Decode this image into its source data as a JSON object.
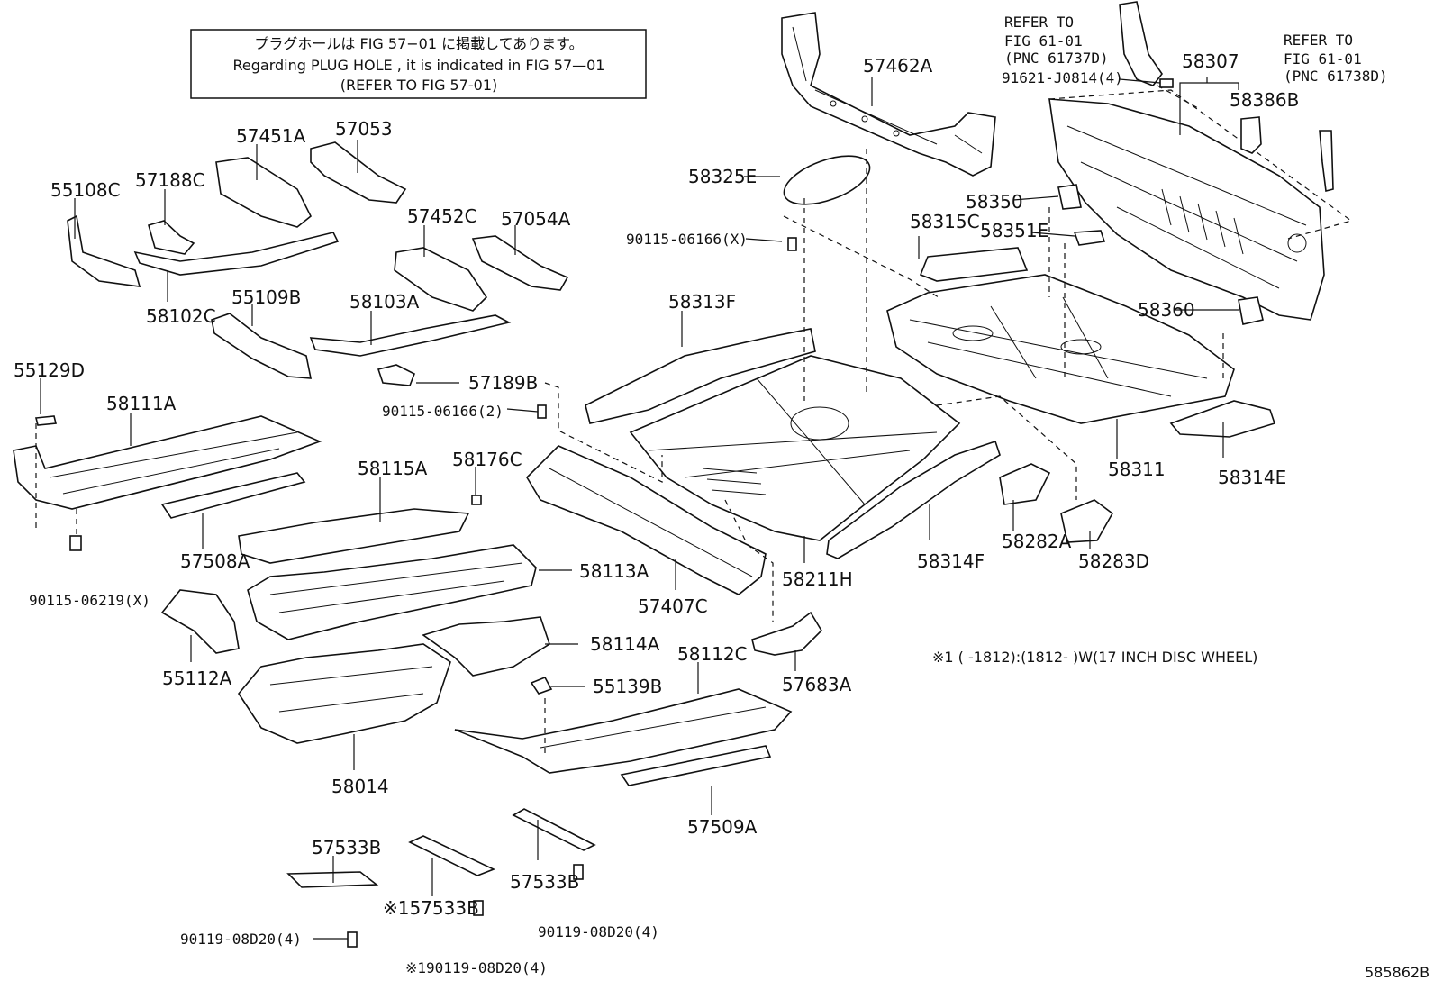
{
  "notice": {
    "jp": "プラグホールは FIG 57−01 に掲載してあります。",
    "en": "Regarding  PLUG  HOLE , it is indicated in FIG  57—01",
    "ref": "(REFER TO FIG 57-01)"
  },
  "refer_left": {
    "line1": "REFER TO",
    "line2": "FIG 61-01",
    "line3": "(PNC 61737D)"
  },
  "refer_right": {
    "line1": "REFER TO",
    "line2": "FIG 61-01",
    "line3": "(PNC 61738D)"
  },
  "labels": {
    "p57462A": "57462A",
    "p58307": "58307",
    "p91621": "91621-J0814(4)",
    "p58386B": "58386B",
    "p57451A": "57451A",
    "p57053": "57053",
    "p55108C": "55108C",
    "p57188C": "57188C",
    "p58325E": "58325E",
    "p58350": "58350",
    "p58351E": "58351E",
    "p58315C": "58315C",
    "p90115x_top": "90115-06166(X)",
    "p57452C": "57452C",
    "p57054A": "57054A",
    "p58102C": "58102C",
    "p55109B": "55109B",
    "p58103A": "58103A",
    "p58313F": "58313F",
    "p58360": "58360",
    "p55129D": "55129D",
    "p57189B": "57189B",
    "p90115_2": "90115-06166(2)",
    "p58111A": "58111A",
    "p58115A": "58115A",
    "p58176C": "58176C",
    "p58311": "58311",
    "p58314E": "58314E",
    "p57508A": "57508A",
    "p58113A": "58113A",
    "p57407C": "57407C",
    "p58211H": "58211H",
    "p58314F": "58314F",
    "p58282A": "58282A",
    "p58283D": "58283D",
    "p90115_06219": "90115-06219(X)",
    "p58114A": "58114A",
    "p58112C": "58112C",
    "p57683A": "57683A",
    "p55112A": "55112A",
    "p55139B": "55139B",
    "p58014": "58014",
    "p57509A": "57509A",
    "p57533B_a": "57533B",
    "p57533B_b": "※157533B",
    "p57533B_c": "57533B",
    "p90119_a": "90119-08D20(4)",
    "p90119_b": "※190119-08D20(4)",
    "p90119_c": "90119-08D20(4)"
  },
  "footnote": "※1 (        -1812):(1812-        )W(17 INCH DISC WHEEL)",
  "figure_code": "585862B"
}
